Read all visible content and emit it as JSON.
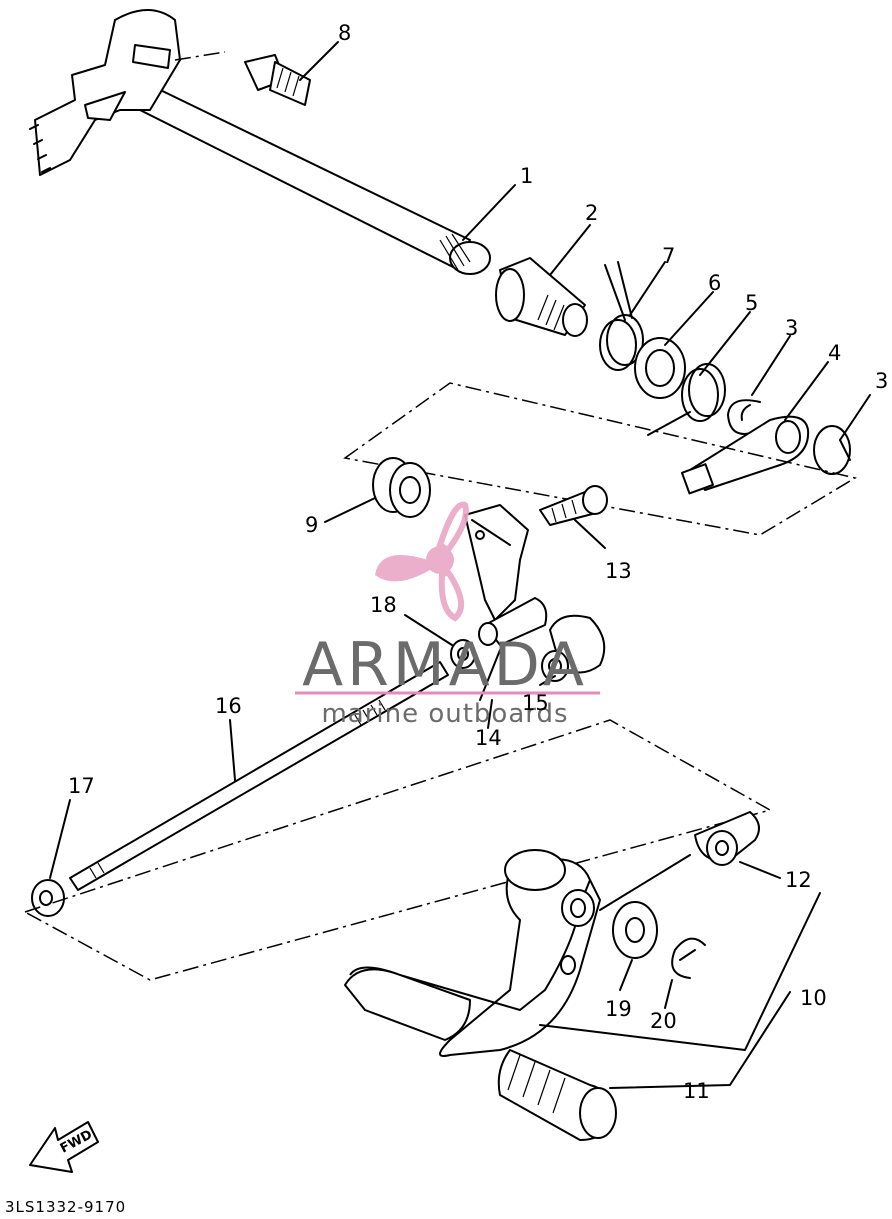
{
  "diagram": {
    "drawing_code": "3LS1332-9170",
    "part_labels": [
      "1",
      "2",
      "3",
      "4",
      "5",
      "6",
      "7",
      "8",
      "9",
      "10",
      "11",
      "12",
      "13",
      "14",
      "15",
      "16",
      "17",
      "18",
      "19",
      "20"
    ],
    "extra_labels": {
      "clip_3_right": "3"
    },
    "fwd_arrow_text": "FWD"
  },
  "watermark": {
    "title": "ARMADA",
    "subtitle": "marine outboards",
    "colors": {
      "title": "#6b6b6b",
      "accent": "#e78bb8",
      "logo": "#e9a6c6"
    }
  }
}
